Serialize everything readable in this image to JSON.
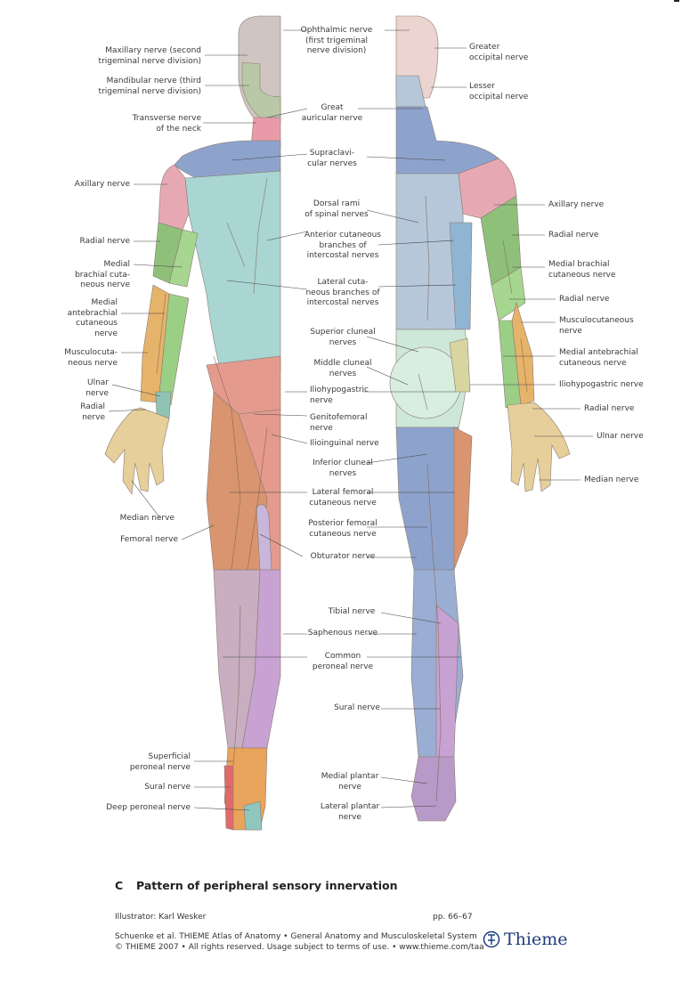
{
  "labels_front_left": {
    "maxillary": "Maxillary nerve (second\ntrigeminal nerve division)",
    "mandibular": "Mandibular nerve (third\ntrigeminal nerve division)",
    "transverse": "Transverse nerve\nof the neck",
    "axillary": "Axillary nerve",
    "radial": "Radial nerve",
    "medial_brachial": "Medial\nbrachial cuta-\nneous nerve",
    "medial_antebrachial": "Medial\nantebrachial\ncutaneous\nnerve",
    "musculocutaneous": "Musculocuta-\nneous nerve",
    "ulnar": "Ulnar\nnerve",
    "radial2": "Radial\nnerve",
    "median": "Median nerve",
    "femoral": "Femoral nerve",
    "superficial_peroneal": "Superficial\nperoneal nerve",
    "sural": "Sural nerve",
    "deep_peroneal": "Deep peroneal nerve"
  },
  "labels_center": {
    "ophthalmic": "Ophthalmic nerve\n(first trigeminal\nnerve division)",
    "great_auricular": "Great\nauricular nerve",
    "supraclavicular": "Supraclavi-\ncular nerves",
    "dorsal_rami": "Dorsal rami\nof spinal nerves",
    "anterior_cutaneous": "Anterior cutaneous\nbranches of\nintercostal nerves",
    "lateral_cutaneous": "Lateral cuta-\nneous branches of\nintercostal nerves",
    "superior_cluneal": "Superior cluneal\nnerves",
    "middle_cluneal": "Middle cluneal\nnerves",
    "iliohypogastric": "Iliohypogastric\nnerve",
    "genitofemoral": "Genitofemoral\nnerve",
    "ilioinguinal": "Ilioinguinal nerve",
    "inferior_cluneal": "Inferior cluneal\nnerves",
    "lateral_femoral": "Lateral femoral\ncutaneous nerve",
    "posterior_femoral": "Posterior femoral\ncutaneous nerve",
    "obturator": "Obturator nerve",
    "tibial": "Tibial nerve",
    "saphenous": "Saphenous nerve",
    "common_peroneal": "Common\nperoneal nerve",
    "sural_back": "Sural nerve",
    "medial_plantar": "Medial plantar\nnerve",
    "lateral_plantar": "Lateral plantar\nnerve"
  },
  "labels_back_right": {
    "greater_occipital": "Greater\noccipital nerve",
    "lesser_occipital": "Lesser\noccipital nerve",
    "axillary": "Axillary nerve",
    "radial": "Radial nerve",
    "medial_brachial": "Medial brachial\ncutaneous nerve",
    "radial2": "Radial nerve",
    "musculocutaneous": "Musculocutaneous\nnerve",
    "medial_antebrachial": "Medial antebrachial\ncutaneous nerve",
    "iliohypogastric": "Iliohypogastric nerve",
    "radial3": "Radial nerve",
    "ulnar": "Ulnar nerve",
    "median": "Median nerve"
  },
  "caption": {
    "letter": "C",
    "title": "Pattern of peripheral sensory innervation"
  },
  "footer": {
    "illustrator": "Illustrator: Karl Wesker",
    "pages": "pp. 66–67",
    "citation_line1": "Schuenke et al. THIEME Atlas of Anatomy • General Anatomy and Musculoskeletal System",
    "citation_line2": "© THIEME 2007 • All rights reserved. Usage subject to terms of use. • www.thieme.com/taa",
    "publisher": "Thieme"
  },
  "colors": {
    "trigeminal": "#c9c3c0",
    "neck": "#e8a5b0",
    "supraclavicular": "#8ea3cc",
    "trunk": "#a9d6d3",
    "axillary": "#e6a9b3",
    "radial": "#8fc07a",
    "medial_brachial": "#9ccf86",
    "musculocutaneous": "#e6b36a",
    "iliohypogastric": "#e59a8e",
    "lateral_femoral": "#d8956f",
    "femoral": "#e49a8d",
    "obturator": "#c9b7db",
    "saphenous": "#c8a2d2",
    "peroneal": "#e8a45b",
    "back_trunk": "#b6c7da",
    "cluneal": "#cde8d8",
    "posterior_thigh": "#8ea3cc",
    "hand": "#e6cf9b"
  }
}
